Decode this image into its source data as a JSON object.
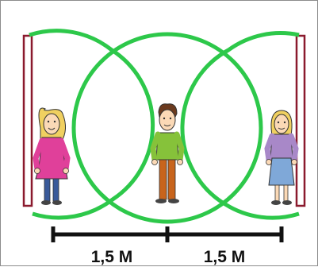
{
  "diagram": {
    "distance_labels": [
      "1,5 M",
      "1,5 M"
    ],
    "colors": {
      "circle": "#2dc84a",
      "wall": "#8b1a2e",
      "measure_bar": "#111111",
      "girl_left_dress": "#e0409a",
      "boy_shirt": "#86c23a",
      "boy_pants": "#c8641c",
      "girl_right_top": "#a888c8",
      "girl_right_skirt": "#7fa8d8"
    },
    "figures": [
      "girl-left",
      "boy-center",
      "girl-right"
    ]
  }
}
